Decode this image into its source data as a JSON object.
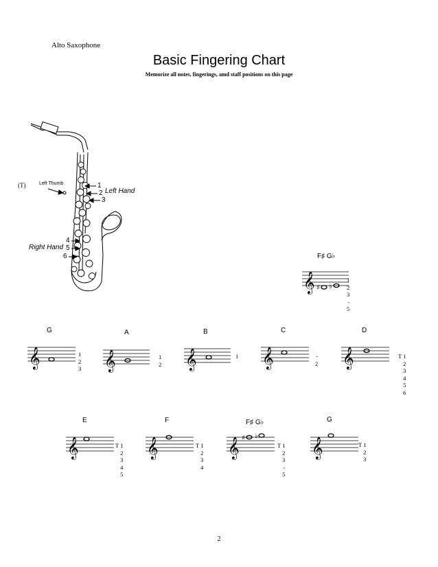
{
  "header": {
    "instrument": "Alto Saxophone",
    "title": "Basic Fingering Chart",
    "subtitle": "Memorize all notes, fingerings, amd staff  positions on this page"
  },
  "saxophone": {
    "thumb_marker": "(T)",
    "left_thumb": "Left Thumb",
    "left_hand": "Left Hand",
    "right_hand": "Right Hand",
    "key_numbers": [
      "1",
      "2",
      "3",
      "4",
      "5",
      "6"
    ]
  },
  "notes": {
    "fsharp_low": {
      "label": "F♯  G♭",
      "fingering": [
        "1",
        "2",
        "3",
        "-",
        "5"
      ]
    },
    "g_low": {
      "label": "G",
      "fingering": [
        "1",
        "2",
        "3"
      ]
    },
    "a": {
      "label": "A",
      "fingering": [
        "1",
        "2"
      ]
    },
    "b": {
      "label": "B",
      "fingering": [
        "1"
      ]
    },
    "c": {
      "label": "C",
      "fingering": [
        "-",
        "2"
      ]
    },
    "d": {
      "label": "D",
      "fingering": [
        "T 1",
        "2",
        "3",
        "4",
        "5",
        "6"
      ]
    },
    "e": {
      "label": "E",
      "fingering": [
        "T 1",
        "2",
        "3",
        "4",
        "5"
      ]
    },
    "f": {
      "label": "F",
      "fingering": [
        "T 1",
        "2",
        "3",
        "4"
      ]
    },
    "fsharp_high": {
      "label": "F♯  G♭",
      "fingering": [
        "T 1",
        "2",
        "3",
        "-",
        "5"
      ]
    },
    "g_high": {
      "label": "G",
      "fingering": [
        "T 1",
        "2",
        "3"
      ]
    }
  },
  "footer": {
    "page_number": "2"
  }
}
